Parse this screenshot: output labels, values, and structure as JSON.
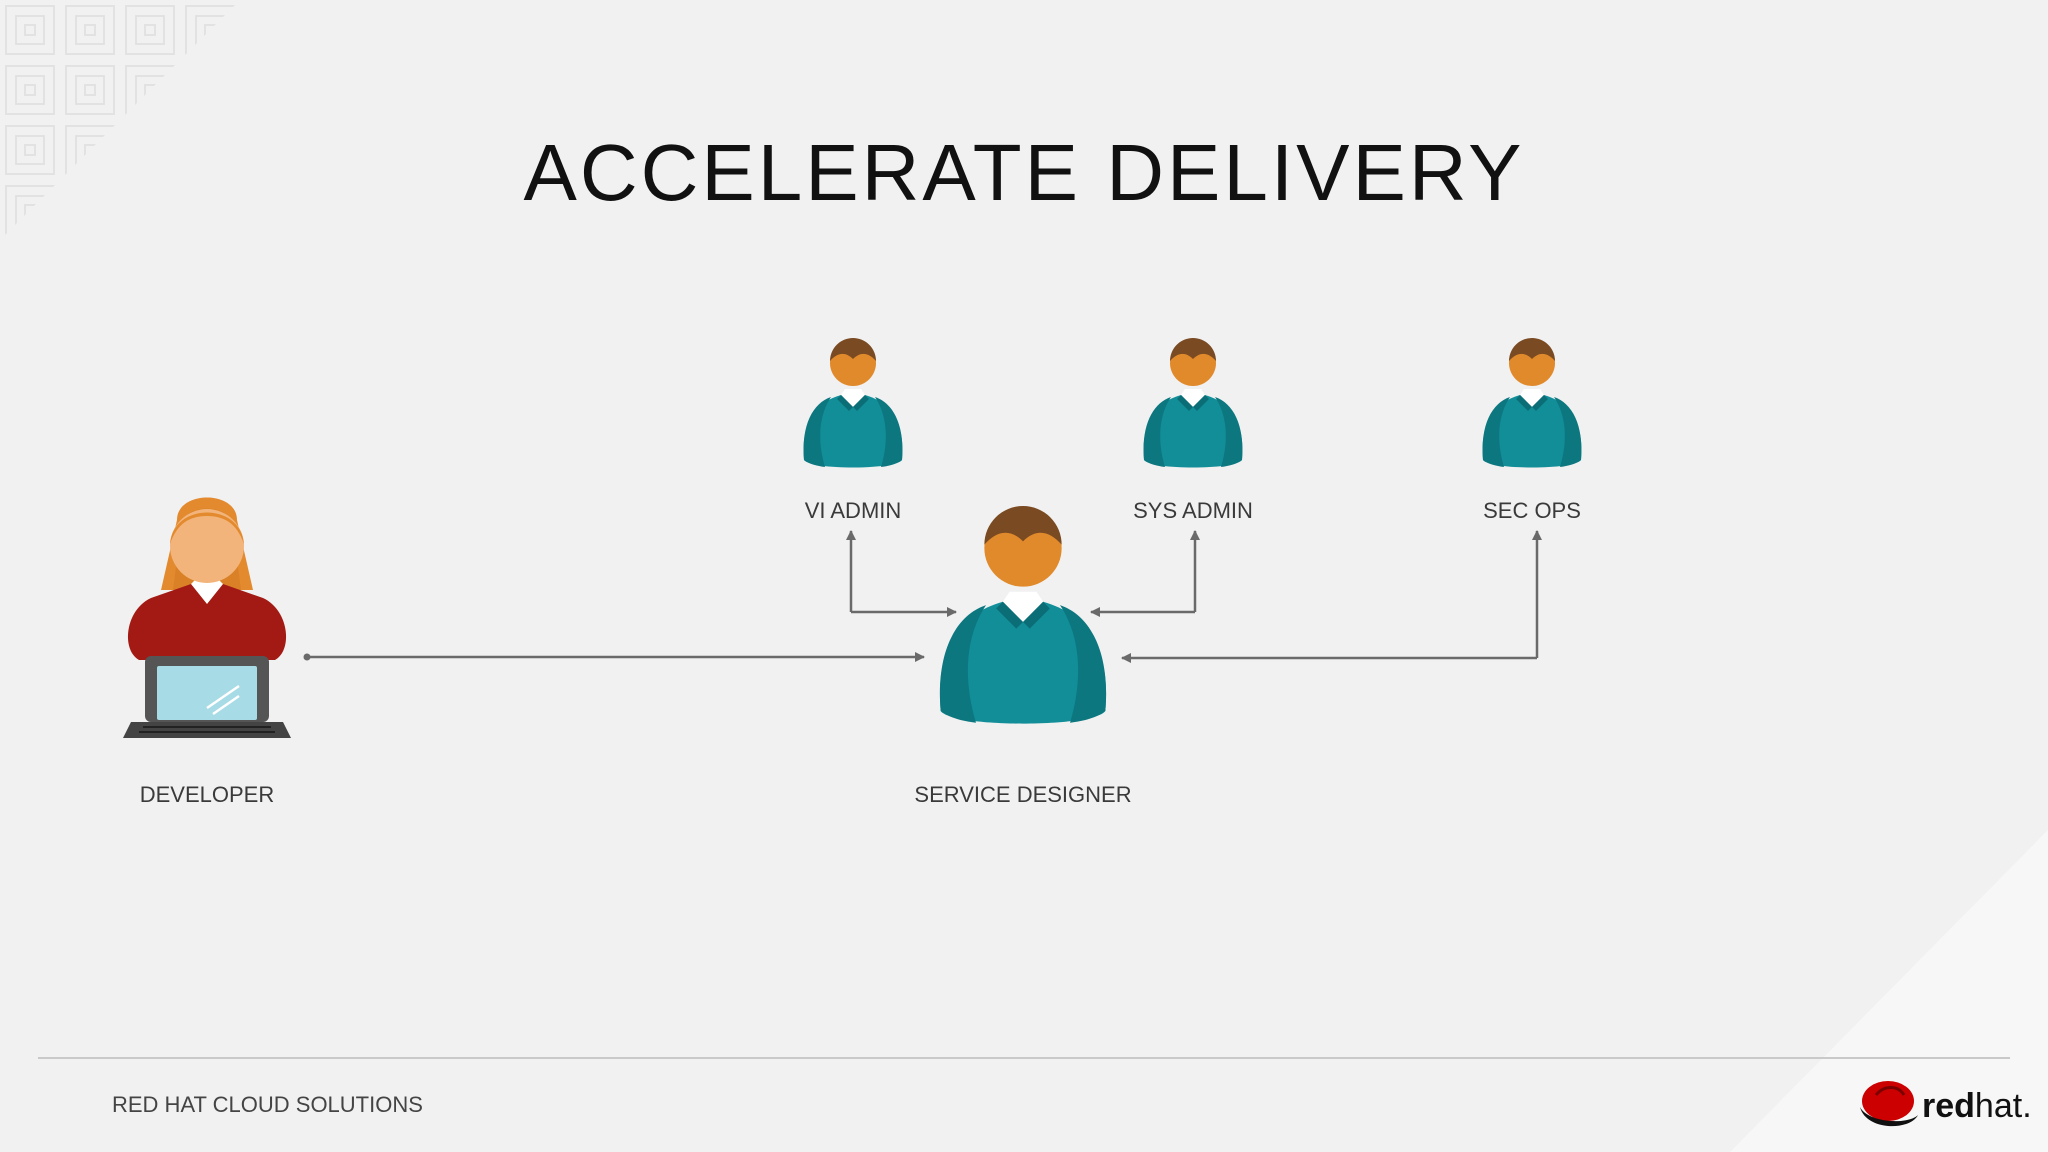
{
  "title": "ACCELERATE DELIVERY",
  "people": {
    "developer": {
      "label": "DEVELOPER"
    },
    "service_designer": {
      "label": "SERVICE DESIGNER"
    },
    "vi_admin": {
      "label": "VI ADMIN"
    },
    "sys_admin": {
      "label": "SYS ADMIN"
    },
    "sec_ops": {
      "label": "SEC OPS"
    }
  },
  "footer": {
    "text": "RED HAT CLOUD SOLUTIONS",
    "logo_bold": "red",
    "logo_light": "hat",
    "logo_mark": "."
  },
  "colors": {
    "background": "#f1f1f1",
    "shirt_teal": "#128e99",
    "skin": "#e08a2c",
    "hair": "#7a4a22",
    "developer_shirt": "#a31a14",
    "laptop_screen": "#a7dbe6",
    "connector": "#6a6a6a",
    "brand_red": "#cc0000"
  },
  "icons": {
    "developer": "person-with-laptop-icon",
    "staff": "person-icon",
    "logo": "redhat-fedora-icon"
  }
}
